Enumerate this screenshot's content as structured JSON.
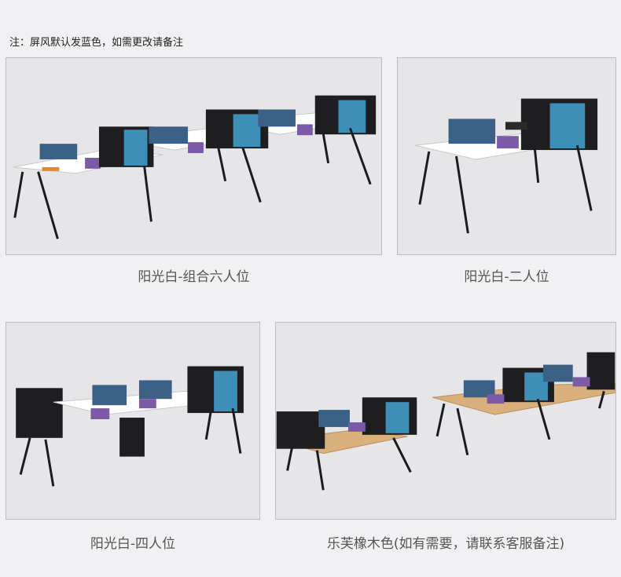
{
  "note": "注：屏风默认发蓝色，如需更改请备注",
  "products": [
    {
      "caption": "阳光白-组合六人位",
      "finish": "white"
    },
    {
      "caption": "阳光白-二人位",
      "finish": "white"
    },
    {
      "caption": "阳光白-四人位",
      "finish": "white"
    },
    {
      "caption": "乐芙橡木色(如有需要，请联系客服备注)",
      "finish": "oak"
    }
  ],
  "colors": {
    "white_top": "#ffffff",
    "oak_top": "#d9b07c",
    "screen": "#3b6187",
    "cabinet": "#1e1e20",
    "legs": "#1c1c1e",
    "binder": "#3e8fb8",
    "background": "#e6e6e9"
  }
}
